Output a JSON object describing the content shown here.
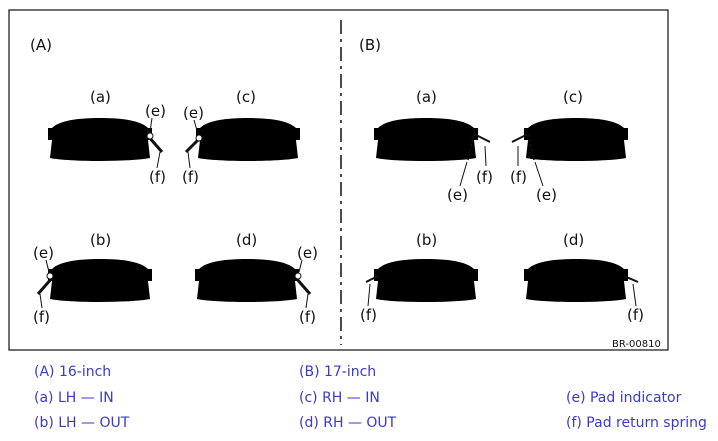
{
  "panel_a": {
    "label": "(A)"
  },
  "panel_b": {
    "label": "(B)"
  },
  "pads": {
    "a": "(a)",
    "b": "(b)",
    "c": "(c)",
    "d": "(d)",
    "e": "(e)",
    "f": "(f)"
  },
  "figure_code": "BR-00810",
  "legend": {
    "A": "(A) 16-inch",
    "B": "(B) 17-inch",
    "a": "(a) LH — IN",
    "c": "(c) RH — IN",
    "e": "(e) Pad indicator",
    "b": "(b) LH — OUT",
    "d": "(d) RH — OUT",
    "f": "(f) Pad return spring"
  },
  "colors": {
    "legend_text": "#3b3bc4",
    "line": "#111111"
  }
}
